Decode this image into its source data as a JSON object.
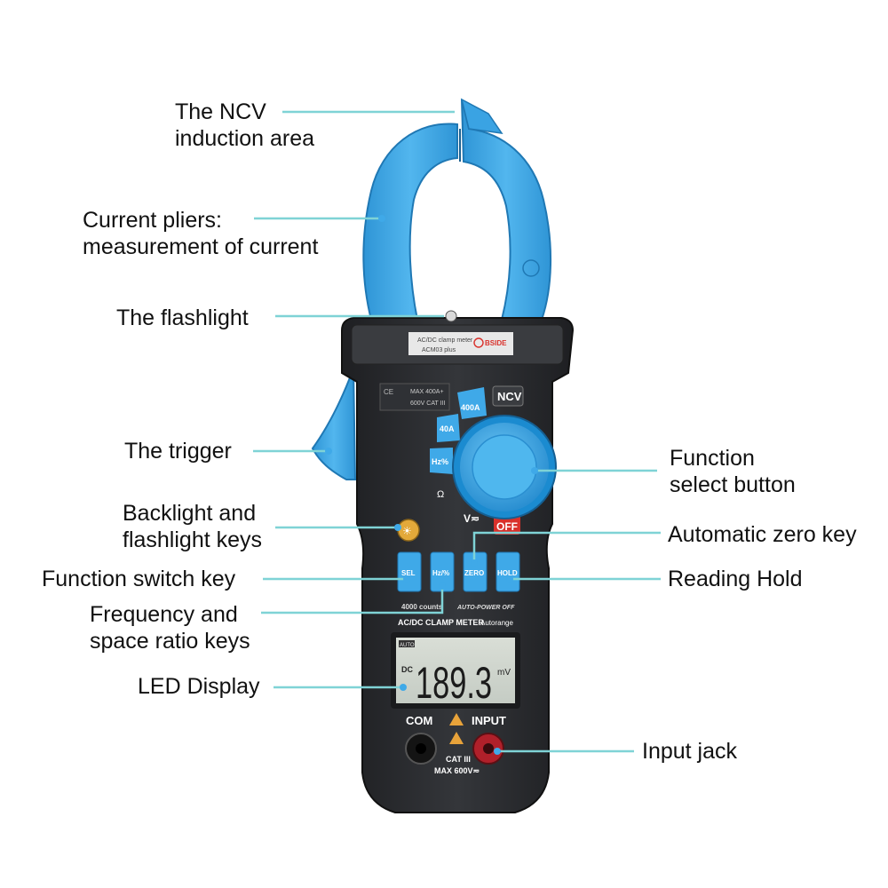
{
  "callouts": {
    "ncv_area": {
      "line1": "The NCV",
      "line2": "induction area"
    },
    "current_pliers": {
      "line1": "Current pliers:",
      "line2": "measurement of current"
    },
    "flashlight": "The flashlight",
    "trigger": "The trigger",
    "backlight_keys": {
      "line1": "Backlight and",
      "line2": "flashlight keys"
    },
    "function_switch": "Function switch key",
    "frequency_keys": {
      "line1": "Frequency and",
      "line2": "space ratio keys"
    },
    "led_display": "LED Display",
    "function_select": {
      "line1": "Function",
      "line2": "select button"
    },
    "auto_zero": "Automatic zero key",
    "reading_hold": "Reading Hold",
    "input_jack": "Input jack"
  },
  "device": {
    "top_label_line1": "AC/DC clamp meter",
    "top_label_line2": "ACM03 plus",
    "brand": "BSIDE",
    "cert_line1": "MAX 400A+",
    "cert_line2": "600V CAT III",
    "ncv_label": "NCV",
    "dial_labels": {
      "a400": "400A",
      "a40": "40A",
      "hz": "Hz%",
      "ohm": "Ω",
      "v": "V≂",
      "off": "OFF"
    },
    "buttons": {
      "sel": "SEL",
      "hz": "Hz/%",
      "zero": "ZERO",
      "hold": "HOLD"
    },
    "counts": "4000 counts",
    "auto_power": "AUTO-POWER OFF",
    "model_line": "AC/DC CLAMP METER",
    "autorange": "Autorange",
    "lcd": {
      "auto": "AUTO",
      "dc": "DC",
      "value": "189.3",
      "unit": "mV"
    },
    "com": "COM",
    "input": "INPUT",
    "cat": "CAT III",
    "max_v": "MAX 600V≂"
  },
  "colors": {
    "accent_blue": "#3fa9e8",
    "body_dark": "#2b2d30",
    "leader_line": "#7fd3d6",
    "off_red": "#d9312b",
    "jack_red": "#b0202a"
  }
}
